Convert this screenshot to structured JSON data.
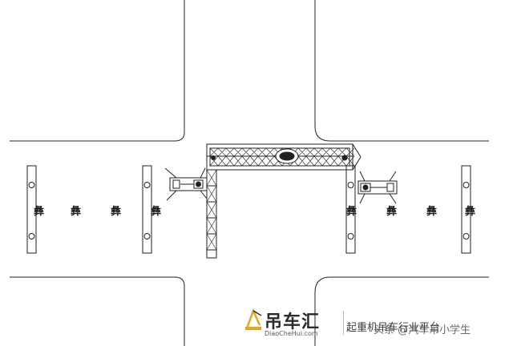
{
  "watermark": {
    "brand": "吊车汇",
    "url": "DiaoCheHui.com",
    "slogan": "起重机吊车行业平台",
    "author_credit": "头条 @汽车吊小学生"
  },
  "crosswalk_glyph": "彝",
  "colors": {
    "line": "#222222",
    "brand": "#2b2b2b",
    "logo_yellow": "#e0a81c",
    "credit_text": "#6a6a6a"
  }
}
